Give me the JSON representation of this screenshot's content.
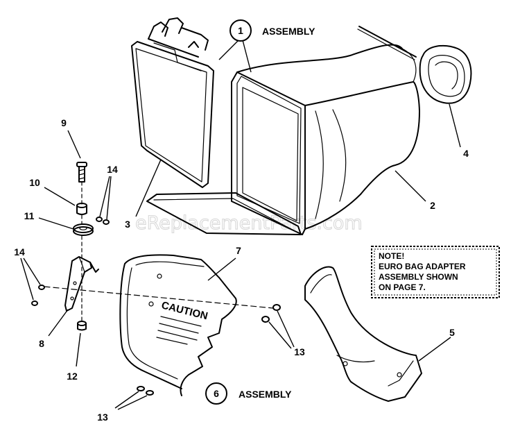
{
  "watermark": "eReplacementParts.com",
  "assembly_callouts": [
    {
      "number": "1",
      "label": "ASSEMBLY"
    },
    {
      "number": "6",
      "label": "ASSEMBLY"
    }
  ],
  "part_numbers": [
    "9",
    "10",
    "11",
    "14",
    "14",
    "3",
    "8",
    "12",
    "7",
    "2",
    "4",
    "5",
    "13",
    "13"
  ],
  "note_lines": [
    "NOTE!",
    "EURO BAG ADAPTER",
    "ASSEMBLY SHOWN",
    "ON PAGE 7."
  ],
  "caution_text": "CAUTION"
}
